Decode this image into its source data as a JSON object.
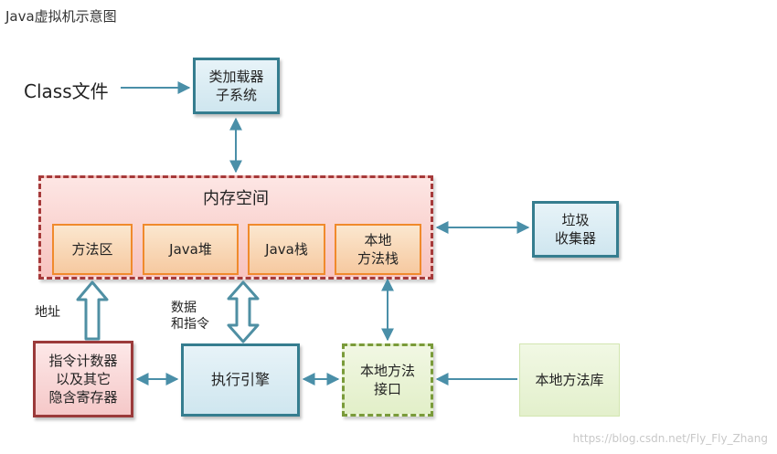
{
  "title": "Java虚拟机示意图",
  "class_file": "Class文件",
  "class_loader": "类加载器\n子系统",
  "memory": {
    "title": "内存空间",
    "areas": [
      "方法区",
      "Java堆",
      "Java栈",
      "本地\n方法栈"
    ]
  },
  "gc": "垃圾\n收集器",
  "pc_registers": "指令计数器\n以及其它\n隐含寄存器",
  "exec_engine": "执行引擎",
  "native_interface": "本地方法\n接口",
  "native_library": "本地方法库",
  "label_address": "地址",
  "label_data_instr": "数据\n和指令",
  "watermark": "https://blog.csdn.net/Fly_Fly_Zhang",
  "colors": {
    "blue_border": "#357d8f",
    "memory_border": "#a63a3a",
    "area_border": "#f08a2c",
    "pc_border": "#9b3a3a",
    "native_border": "#7a9b3a",
    "arrow": "#4a8fa8"
  }
}
